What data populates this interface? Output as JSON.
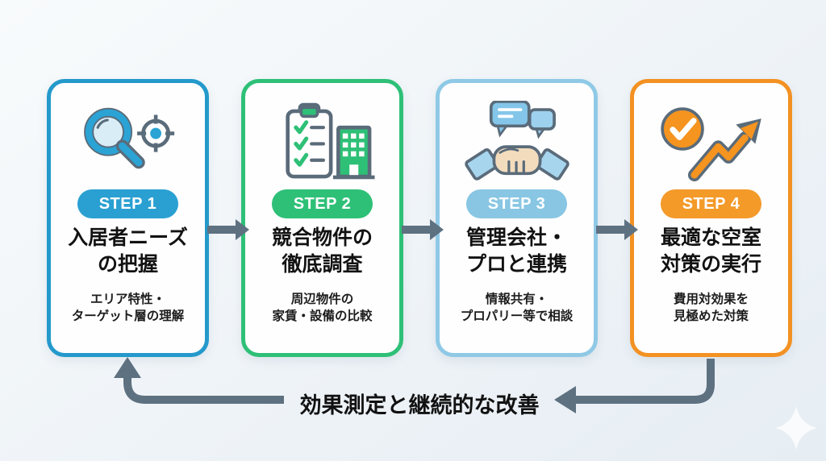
{
  "background": {
    "top_left": "#f8fbfc",
    "bottom_right": "#e6edf3"
  },
  "connector": {
    "color": "#5e7181"
  },
  "steps": [
    {
      "badge": "STEP 1",
      "accent": "#2aa0d2",
      "border_color": "#2499cb",
      "icon": "search-target-icon",
      "title": [
        "入居者ニーズ",
        "の把握"
      ],
      "subtitle": [
        "エリア特性・",
        "ターゲット層の理解"
      ]
    },
    {
      "badge": "STEP 2",
      "accent": "#2ec077",
      "border_color": "#2ec077",
      "icon": "checklist-building-icon",
      "title": [
        "競合物件の",
        "徹底調査"
      ],
      "subtitle": [
        "周辺物件の",
        "家賃・設備の比較"
      ]
    },
    {
      "badge": "STEP 3",
      "accent": "#88c6e3",
      "border_color": "#8fc9e6",
      "icon": "handshake-chat-icon",
      "title": [
        "管理会社・",
        "プロと連携"
      ],
      "subtitle": [
        "情報共有・",
        "プロパリー等で相談"
      ]
    },
    {
      "badge": "STEP 4",
      "accent": "#f39a29",
      "border_color": "#f39122",
      "icon": "check-growth-icon",
      "title": [
        "最適な空室",
        "対策の実行"
      ],
      "subtitle": [
        "費用対効果を",
        "見極めた対策"
      ]
    }
  ],
  "loop": {
    "label": "効果測定と継続的な改善",
    "arrow_color": "#5e7181"
  }
}
